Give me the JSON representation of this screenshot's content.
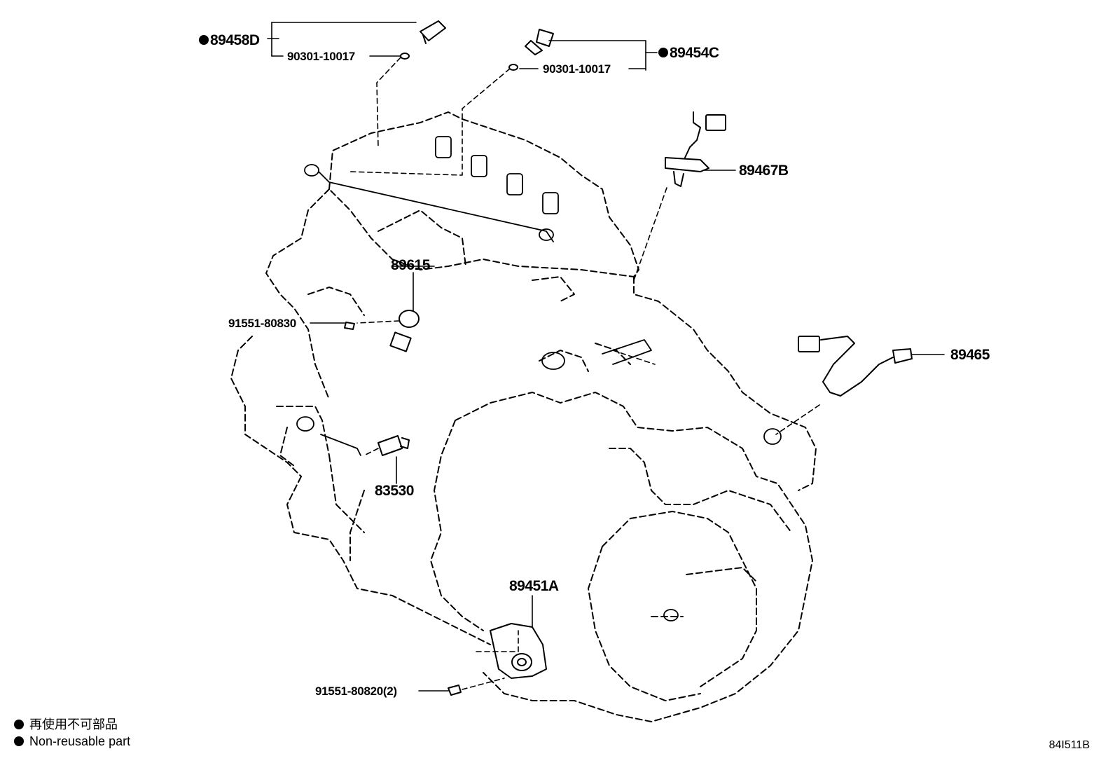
{
  "parts": {
    "p89458D": "89458D",
    "p89454C": "89454C",
    "gasket_left": "90301-10017",
    "gasket_right": "90301-10017",
    "p89467B": "89467B",
    "p89615": "89615",
    "bolt_knock": "91551-80830",
    "p89465": "89465",
    "p83530": "83530",
    "p89451A": "89451A",
    "bolt_position": "91551-80820(2)"
  },
  "legend": {
    "jp": "再使用不可部品",
    "en": "Non-reusable part"
  },
  "diagram_code": "84I511B",
  "icons": [
    "non-reusable-dot-icon"
  ]
}
